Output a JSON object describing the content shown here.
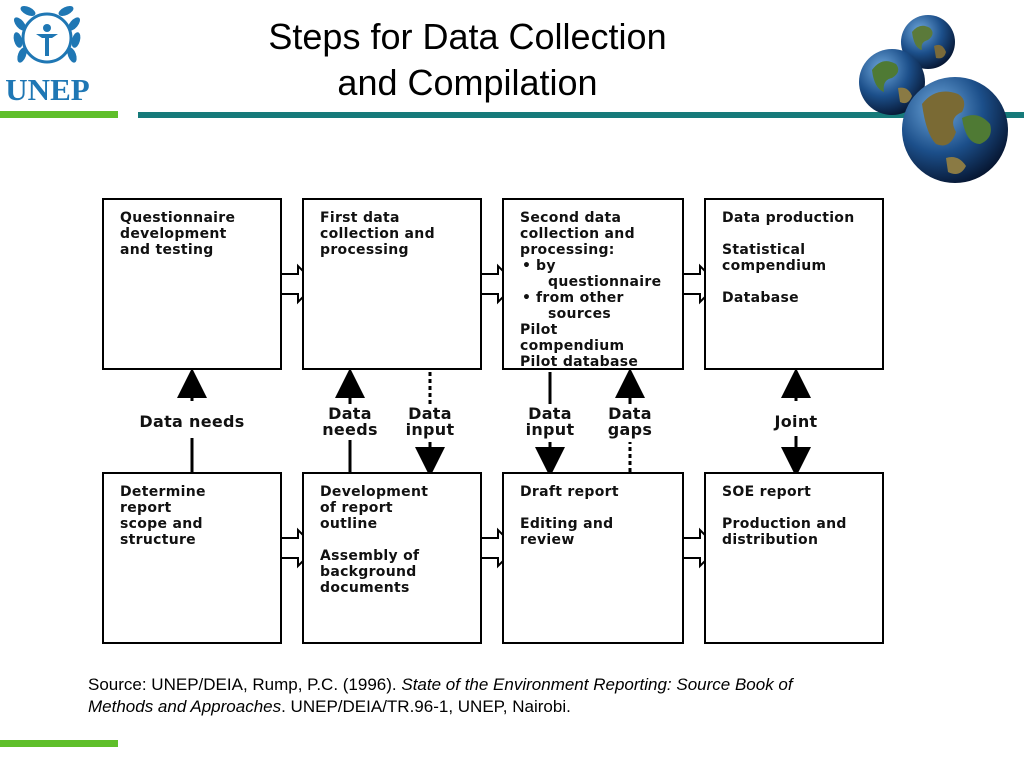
{
  "slide": {
    "title_line1": "Steps for Data Collection",
    "title_line2": "and Compilation",
    "logo_text": "UNEP"
  },
  "diagram": {
    "top_boxes": [
      {
        "lines": [
          "Questionnaire",
          "development",
          "and testing"
        ]
      },
      {
        "lines": [
          "First data",
          "collection and",
          "processing"
        ]
      },
      {
        "intro": [
          "Second data",
          "collection and",
          "processing:"
        ],
        "bullets": [
          [
            "by",
            "questionnaire"
          ],
          [
            "from other",
            "sources"
          ]
        ],
        "outro": [
          "Pilot compendium",
          "Pilot database"
        ]
      },
      {
        "lines": [
          "Data production"
        ],
        "lines2": [
          "Statistical",
          "compendium"
        ],
        "lines3": [
          "Database"
        ]
      }
    ],
    "bottom_boxes": [
      {
        "lines": [
          "Determine",
          "report",
          "scope and",
          "structure"
        ]
      },
      {
        "lines": [
          "Development",
          "of report",
          "outline"
        ],
        "lines2": [
          "Assembly of",
          "background",
          "documents"
        ]
      },
      {
        "lines": [
          "Draft report"
        ],
        "lines2": [
          "Editing and",
          "review"
        ]
      },
      {
        "lines": [
          "SOE report"
        ],
        "lines2": [
          "Production and",
          "distribution"
        ]
      }
    ],
    "connector_labels": {
      "data_needs_1": "Data needs",
      "data_needs_2_l1": "Data",
      "data_needs_2_l2": "needs",
      "data_input_1_l1": "Data",
      "data_input_1_l2": "input",
      "data_input_2_l1": "Data",
      "data_input_2_l2": "input",
      "data_gaps_l1": "Data",
      "data_gaps_l2": "gaps",
      "joint": "Joint"
    }
  },
  "source": {
    "prefix": "Source: UNEP/DEIA, Rump, P.C. (1996). ",
    "title_italic_1": "State of the Environment Reporting: Source Book of",
    "title_italic_2": "Methods and Approaches",
    "suffix": ". UNEP/DEIA/TR.96-1, UNEP, Nairobi."
  },
  "colors": {
    "green_bar": "#5fbf2a",
    "teal_bar": "#167a7a",
    "logo_blue": "#1f77b4"
  }
}
